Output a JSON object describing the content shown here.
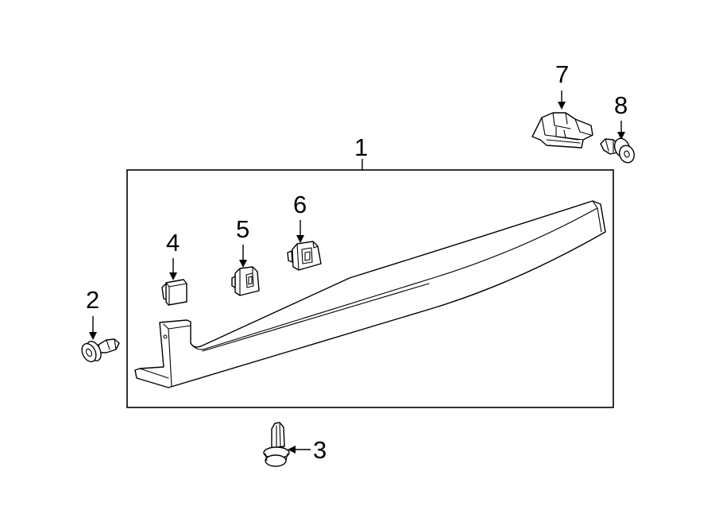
{
  "diagram": {
    "callouts": {
      "c1": "1",
      "c2": "2",
      "c3": "3",
      "c4": "4",
      "c5": "5",
      "c6": "6",
      "c7": "7",
      "c8": "8"
    },
    "colors": {
      "line": "#000000",
      "background": "#ffffff"
    }
  }
}
